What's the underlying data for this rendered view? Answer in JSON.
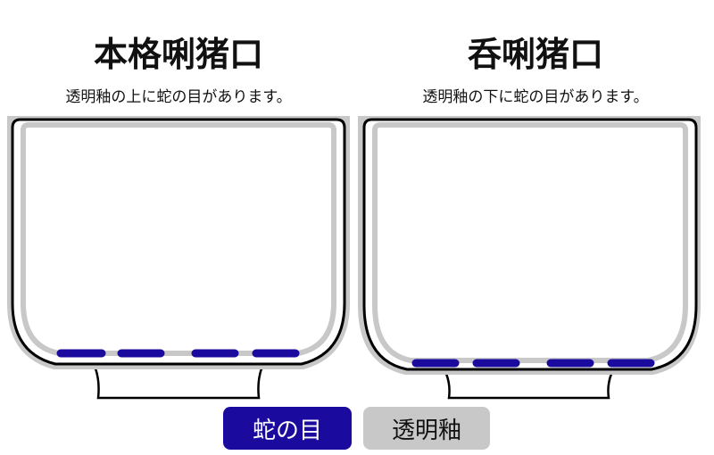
{
  "cups": [
    {
      "title": "本格唎猪口",
      "description": "透明釉の上に蛇の目があります。",
      "variant": "on-glaze"
    },
    {
      "title": "呑唎猪口",
      "description": "透明釉の下に蛇の目があります。",
      "variant": "under-glaze"
    }
  ],
  "legend": {
    "snake_eye": {
      "label": "蛇の目",
      "color": "#1a0a9e",
      "text_color": "#ffffff"
    },
    "glaze": {
      "label": "透明釉",
      "color": "#c8c8c8",
      "text_color": "#111111"
    }
  },
  "colors": {
    "outline": "#000000",
    "glaze": "#c8c8c8",
    "snake_eye": "#1a0a9e"
  }
}
